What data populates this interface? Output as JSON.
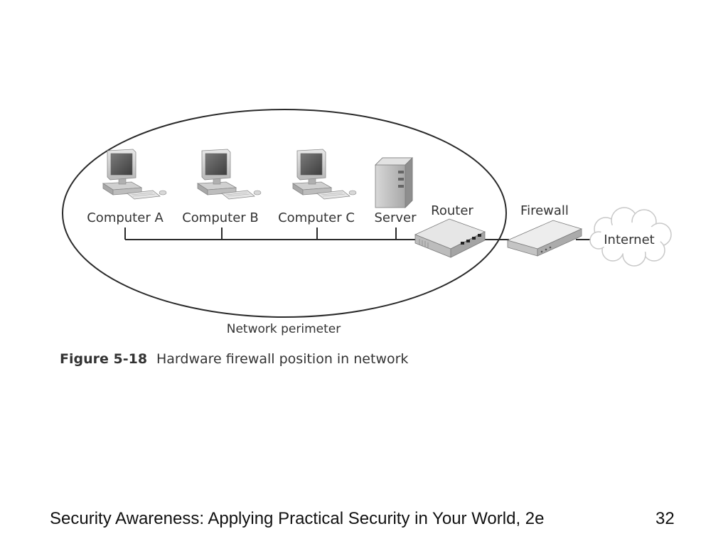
{
  "diagram": {
    "nodes": {
      "computer_a": "Computer A",
      "computer_b": "Computer B",
      "computer_c": "Computer C",
      "server": "Server",
      "router": "Router",
      "firewall": "Firewall",
      "internet": "Internet"
    },
    "perimeter_label": "Network perimeter",
    "figure_number": "Figure 5-18",
    "figure_caption": "Hardware firewall position in network"
  },
  "footer": {
    "title": "Security Awareness: Applying Practical Security in Your World, 2e",
    "page_number": "32"
  }
}
